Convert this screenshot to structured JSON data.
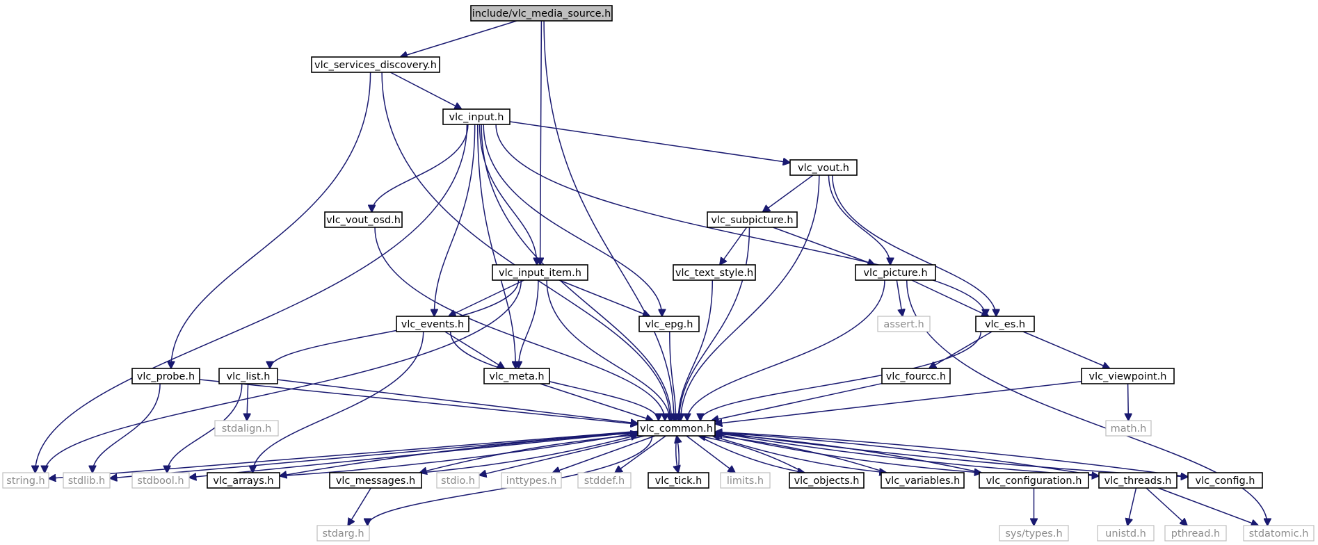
{
  "graph": {
    "colors": {
      "edge": "#191970",
      "root_fill": "#bfbfbf",
      "node_border": "#000000",
      "external_border": "#bfbfbf",
      "external_text": "#8c8c8c"
    },
    "nodes": [
      {
        "id": "media_source",
        "label": "include/vlc_media_source.h",
        "kind": "root"
      },
      {
        "id": "services_discovery",
        "label": "vlc_services_discovery.h",
        "kind": "header"
      },
      {
        "id": "input",
        "label": "vlc_input.h",
        "kind": "header"
      },
      {
        "id": "vout",
        "label": "vlc_vout.h",
        "kind": "header"
      },
      {
        "id": "vout_osd",
        "label": "vlc_vout_osd.h",
        "kind": "header"
      },
      {
        "id": "subpicture",
        "label": "vlc_subpicture.h",
        "kind": "header"
      },
      {
        "id": "input_item",
        "label": "vlc_input_item.h",
        "kind": "header"
      },
      {
        "id": "text_style",
        "label": "vlc_text_style.h",
        "kind": "header"
      },
      {
        "id": "picture",
        "label": "vlc_picture.h",
        "kind": "header"
      },
      {
        "id": "events",
        "label": "vlc_events.h",
        "kind": "header"
      },
      {
        "id": "epg",
        "label": "vlc_epg.h",
        "kind": "header"
      },
      {
        "id": "assert",
        "label": "assert.h",
        "kind": "external"
      },
      {
        "id": "es",
        "label": "vlc_es.h",
        "kind": "header"
      },
      {
        "id": "probe",
        "label": "vlc_probe.h",
        "kind": "header"
      },
      {
        "id": "list",
        "label": "vlc_list.h",
        "kind": "header"
      },
      {
        "id": "meta",
        "label": "vlc_meta.h",
        "kind": "header"
      },
      {
        "id": "fourcc",
        "label": "vlc_fourcc.h",
        "kind": "header"
      },
      {
        "id": "viewpoint",
        "label": "vlc_viewpoint.h",
        "kind": "header"
      },
      {
        "id": "stdalign",
        "label": "stdalign.h",
        "kind": "external"
      },
      {
        "id": "common",
        "label": "vlc_common.h",
        "kind": "header"
      },
      {
        "id": "math",
        "label": "math.h",
        "kind": "external"
      },
      {
        "id": "string",
        "label": "string.h",
        "kind": "external"
      },
      {
        "id": "stdlib",
        "label": "stdlib.h",
        "kind": "external"
      },
      {
        "id": "stdbool",
        "label": "stdbool.h",
        "kind": "external"
      },
      {
        "id": "arrays",
        "label": "vlc_arrays.h",
        "kind": "header"
      },
      {
        "id": "messages",
        "label": "vlc_messages.h",
        "kind": "header"
      },
      {
        "id": "stdio",
        "label": "stdio.h",
        "kind": "external"
      },
      {
        "id": "inttypes",
        "label": "inttypes.h",
        "kind": "external"
      },
      {
        "id": "stddef",
        "label": "stddef.h",
        "kind": "external"
      },
      {
        "id": "tick",
        "label": "vlc_tick.h",
        "kind": "header"
      },
      {
        "id": "limits",
        "label": "limits.h",
        "kind": "external"
      },
      {
        "id": "objects",
        "label": "vlc_objects.h",
        "kind": "header"
      },
      {
        "id": "variables",
        "label": "vlc_variables.h",
        "kind": "header"
      },
      {
        "id": "configuration",
        "label": "vlc_configuration.h",
        "kind": "header"
      },
      {
        "id": "threads",
        "label": "vlc_threads.h",
        "kind": "header"
      },
      {
        "id": "config",
        "label": "vlc_config.h",
        "kind": "header"
      },
      {
        "id": "stdarg",
        "label": "stdarg.h",
        "kind": "external"
      },
      {
        "id": "systypes",
        "label": "sys/types.h",
        "kind": "external"
      },
      {
        "id": "unistd",
        "label": "unistd.h",
        "kind": "external"
      },
      {
        "id": "pthread",
        "label": "pthread.h",
        "kind": "external"
      },
      {
        "id": "stdatomic",
        "label": "stdatomic.h",
        "kind": "external"
      }
    ],
    "edges": [
      [
        "media_source",
        "services_discovery"
      ],
      [
        "media_source",
        "input_item"
      ],
      [
        "media_source",
        "common"
      ],
      [
        "services_discovery",
        "input"
      ],
      [
        "services_discovery",
        "probe"
      ],
      [
        "services_discovery",
        "common"
      ],
      [
        "input",
        "vout"
      ],
      [
        "input",
        "vout_osd"
      ],
      [
        "input",
        "input_item"
      ],
      [
        "input",
        "events"
      ],
      [
        "input",
        "meta"
      ],
      [
        "input",
        "epg"
      ],
      [
        "input",
        "es"
      ],
      [
        "input",
        "common"
      ],
      [
        "input",
        "string"
      ],
      [
        "vout",
        "subpicture"
      ],
      [
        "vout",
        "picture"
      ],
      [
        "vout",
        "es"
      ],
      [
        "vout",
        "common"
      ],
      [
        "vout_osd",
        "common"
      ],
      [
        "subpicture",
        "text_style"
      ],
      [
        "subpicture",
        "picture"
      ],
      [
        "subpicture",
        "common"
      ],
      [
        "text_style",
        "common"
      ],
      [
        "input_item",
        "events"
      ],
      [
        "input_item",
        "epg"
      ],
      [
        "input_item",
        "meta"
      ],
      [
        "input_item",
        "list"
      ],
      [
        "input_item",
        "common"
      ],
      [
        "input_item",
        "string"
      ],
      [
        "picture",
        "assert"
      ],
      [
        "picture",
        "es"
      ],
      [
        "picture",
        "common"
      ],
      [
        "picture",
        "stdatomic"
      ],
      [
        "events",
        "meta"
      ],
      [
        "events",
        "arrays"
      ],
      [
        "events",
        "common"
      ],
      [
        "epg",
        "common"
      ],
      [
        "es",
        "fourcc"
      ],
      [
        "es",
        "viewpoint"
      ],
      [
        "es",
        "common"
      ],
      [
        "probe",
        "stdlib"
      ],
      [
        "probe",
        "common"
      ],
      [
        "list",
        "stdalign"
      ],
      [
        "list",
        "stdbool"
      ],
      [
        "list",
        "common"
      ],
      [
        "meta",
        "common"
      ],
      [
        "fourcc",
        "common"
      ],
      [
        "viewpoint",
        "math"
      ],
      [
        "viewpoint",
        "common"
      ],
      [
        "common",
        "string"
      ],
      [
        "common",
        "stdlib"
      ],
      [
        "common",
        "stdbool"
      ],
      [
        "common",
        "arrays"
      ],
      [
        "common",
        "messages"
      ],
      [
        "common",
        "stdio"
      ],
      [
        "common",
        "inttypes"
      ],
      [
        "common",
        "stddef"
      ],
      [
        "common",
        "tick"
      ],
      [
        "common",
        "limits"
      ],
      [
        "common",
        "objects"
      ],
      [
        "common",
        "variables"
      ],
      [
        "common",
        "configuration"
      ],
      [
        "common",
        "threads"
      ],
      [
        "common",
        "config"
      ],
      [
        "common",
        "stdarg"
      ],
      [
        "arrays",
        "common"
      ],
      [
        "messages",
        "common"
      ],
      [
        "messages",
        "stdarg"
      ],
      [
        "tick",
        "common"
      ],
      [
        "objects",
        "common"
      ],
      [
        "variables",
        "common"
      ],
      [
        "configuration",
        "common"
      ],
      [
        "configuration",
        "systypes"
      ],
      [
        "threads",
        "common"
      ],
      [
        "threads",
        "unistd"
      ],
      [
        "threads",
        "pthread"
      ],
      [
        "threads",
        "stdatomic"
      ],
      [
        "config",
        "common"
      ]
    ]
  }
}
